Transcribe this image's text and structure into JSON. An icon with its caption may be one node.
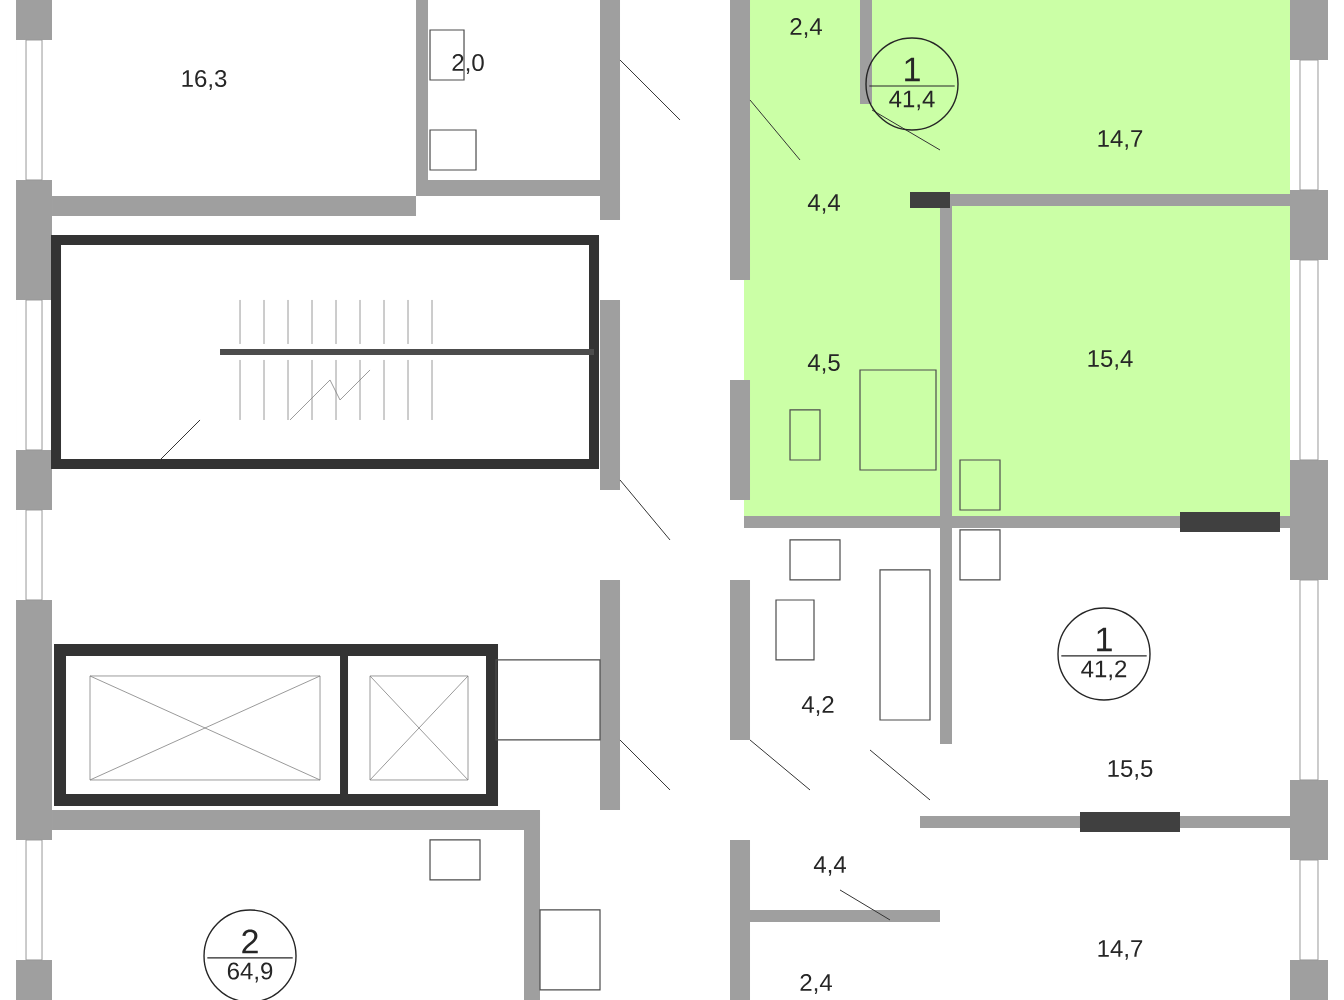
{
  "diagram": {
    "nodes": [
      {
        "text": [
          "1",
          "41,4"
        ]
      },
      {
        "text": [
          "1",
          "41,2"
        ]
      },
      {
        "text": [
          "2",
          "64,9"
        ]
      }
    ],
    "labels": [
      "16,3",
      "2,0",
      "2,4",
      "14,7",
      "4,4",
      "15,4",
      "4,5",
      "4,2",
      "15,5",
      "4,4",
      "14,7",
      "2,4"
    ]
  }
}
